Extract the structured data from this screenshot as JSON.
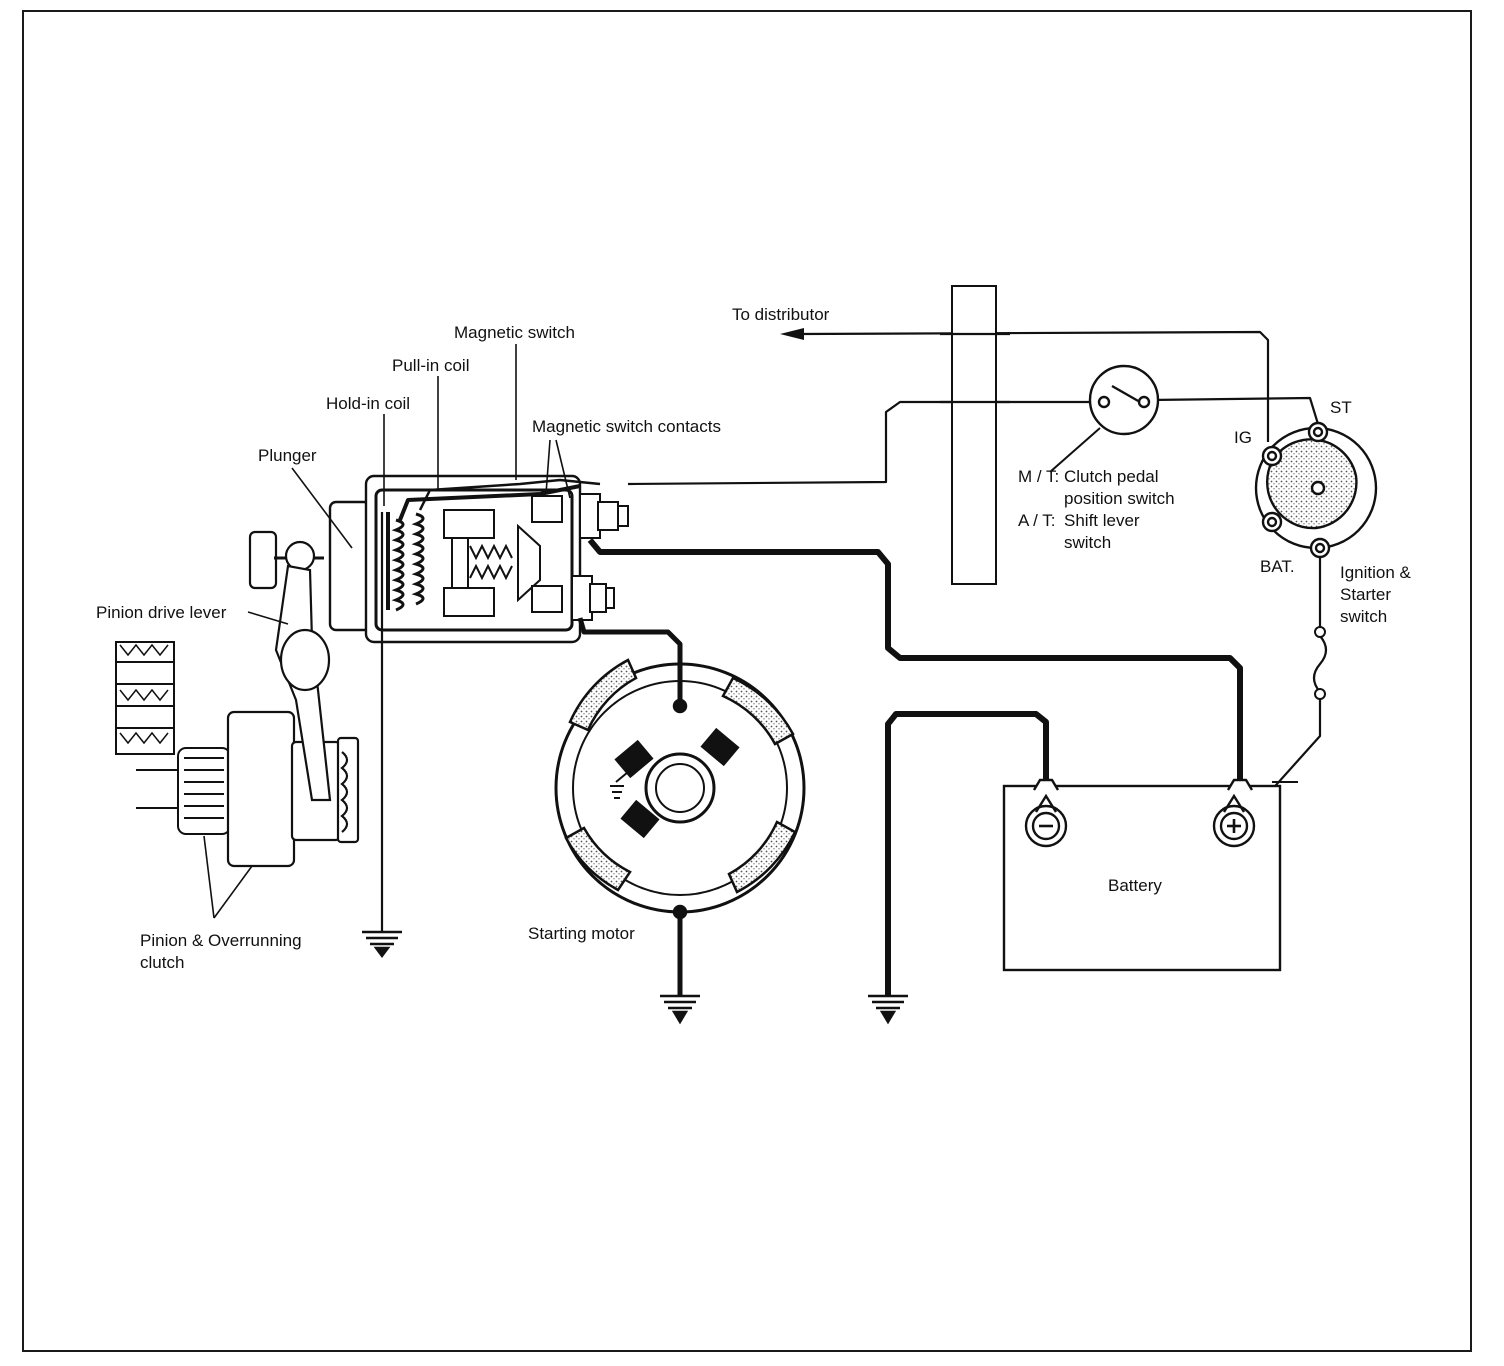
{
  "labels": {
    "magnetic_switch": "Magnetic switch",
    "pull_in_coil": "Pull-in coil",
    "hold_in_coil": "Hold-in coil",
    "magnetic_switch_contacts": "Magnetic switch contacts",
    "plunger": "Plunger",
    "pinion_drive_lever": "Pinion drive lever",
    "pinion_overrunning_line1": "Pinion & Overrunning",
    "pinion_overrunning_line2": "clutch",
    "starting_motor": "Starting motor",
    "to_distributor": "To distributor",
    "mt_prefix": "M / T:",
    "mt_text_line1": "Clutch pedal",
    "mt_text_line2": "position switch",
    "at_prefix": "A / T:",
    "at_text_line1": "Shift lever",
    "at_text_line2": "switch",
    "st": "ST",
    "ig": "IG",
    "bat": "BAT.",
    "ignition_line1": "Ignition &",
    "ignition_line2": "Starter",
    "ignition_line3": "switch",
    "battery": "Battery",
    "battery_negative": "−",
    "battery_positive": "+"
  }
}
